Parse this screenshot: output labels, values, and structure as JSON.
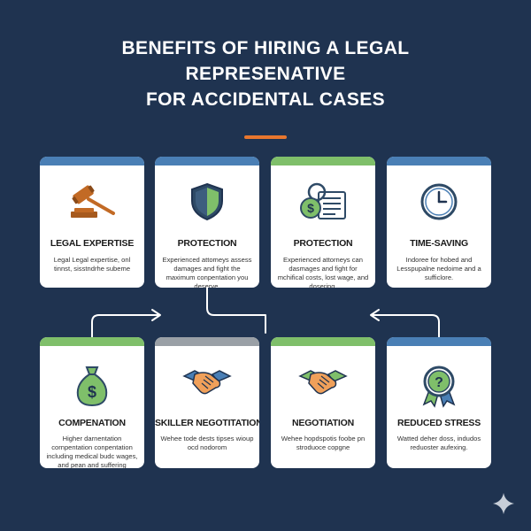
{
  "title": {
    "line1": "BENEFITS OF HIRING A LEGAL",
    "line2": "REPRESENATIVE",
    "line3": "FOR ACCIDENTAL CASES"
  },
  "colors": {
    "background": "#1f3350",
    "accent": "#e8772e",
    "cap_blue": "#4a7fb5",
    "cap_green": "#7fbf6a",
    "cap_gray": "#9aa0a6"
  },
  "top_row": [
    {
      "icon": "gavel-icon",
      "title": "LEGAL EXPERTISE",
      "body": "Legal Legal expertise, onl tinnst, sisstndrhe subeme"
    },
    {
      "icon": "shield-icon",
      "title": "PROTECTION",
      "body": "Experienced attomeys assess damages and fight the maximum conpentation you deserve,"
    },
    {
      "icon": "money-document-icon",
      "title": "PROTECTION",
      "body": "Experienced attorneys can dasmages and fight for mchifical costs, lost wage, and dosering."
    },
    {
      "icon": "clock-icon",
      "title": "TIME-SAVING",
      "body": "Indoree for hobed and Lesspupalne nedoime and a sufficlore."
    }
  ],
  "bottom_row": [
    {
      "icon": "money-bag-icon",
      "title": "COMPENATION",
      "body": "Higher darnentation cornpentation conpentation including medical budc wages, and pean and suffering"
    },
    {
      "icon": "handshake-icon",
      "title": "SKILLER NEGOTITATION",
      "body": "Wehee tode dests tipses wioup ocd nodorom"
    },
    {
      "icon": "handshake-icon",
      "title": "NEGOTIATION",
      "body": "Wehee hopdspotis foobe pn stroduoce copgne"
    },
    {
      "icon": "question-badge-icon",
      "title": "REDUCED STRESS",
      "body": "Watted deher doss, indudos reduoster aufexing."
    }
  ]
}
